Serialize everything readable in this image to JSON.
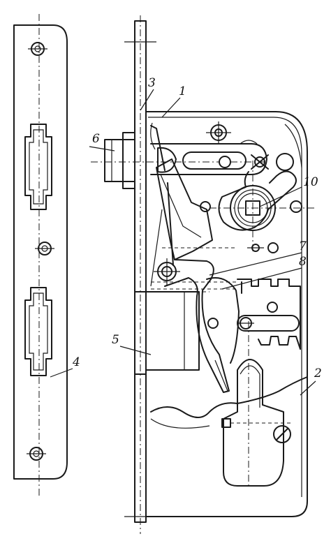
{
  "drawing": {
    "callouts": [
      {
        "id": "c1",
        "text": "1"
      },
      {
        "id": "c2",
        "text": "2"
      },
      {
        "id": "c3",
        "text": "3"
      },
      {
        "id": "c4",
        "text": "4"
      },
      {
        "id": "c5",
        "text": "5"
      },
      {
        "id": "c6",
        "text": "6"
      },
      {
        "id": "c7",
        "text": "7"
      },
      {
        "id": "c8",
        "text": "8"
      },
      {
        "id": "c10",
        "text": "10"
      }
    ]
  }
}
